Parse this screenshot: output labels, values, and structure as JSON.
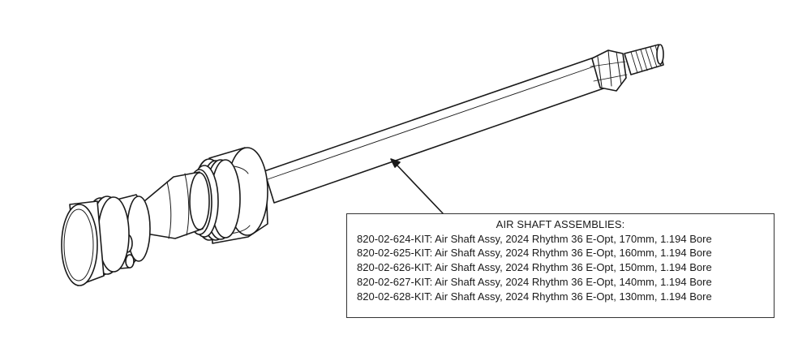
{
  "callout": {
    "title": "AIR SHAFT ASSEMBLIES:",
    "parts": [
      {
        "part_number": "820-02-624-KIT",
        "description": "Air Shaft Assy, 2024 Rhythm 36 E-Opt, 170mm, 1.194 Bore"
      },
      {
        "part_number": "820-02-625-KIT",
        "description": "Air Shaft Assy, 2024 Rhythm 36 E-Opt, 160mm, 1.194 Bore"
      },
      {
        "part_number": "820-02-626-KIT",
        "description": "Air Shaft Assy, 2024 Rhythm 36 E-Opt, 150mm, 1.194 Bore"
      },
      {
        "part_number": "820-02-627-KIT",
        "description": "Air Shaft Assy, 2024 Rhythm 36 E-Opt, 140mm, 1.194 Bore"
      },
      {
        "part_number": "820-02-628-KIT",
        "description": "Air Shaft Assy, 2024 Rhythm 36 E-Opt, 130mm, 1.194 Bore"
      }
    ]
  },
  "colors": {
    "line": "#1a1a1a",
    "background": "#ffffff"
  }
}
